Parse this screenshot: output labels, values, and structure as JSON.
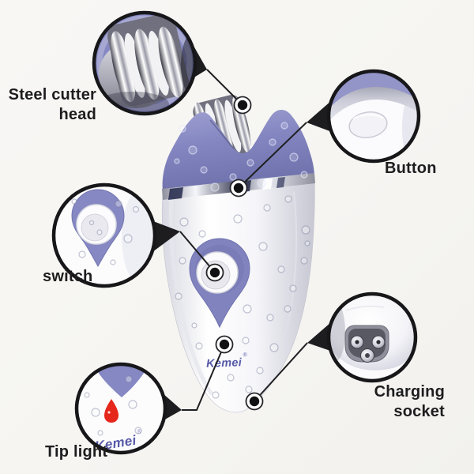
{
  "background_color": "#f7f6f3",
  "brand": {
    "name": "Kemei",
    "registered_mark": "®",
    "logo_color": "#575aa8"
  },
  "labels": {
    "steel_cutter_head": {
      "line1": "Steel cutter",
      "line2": "head"
    },
    "button": "Button",
    "switch": "switch",
    "tip_light": "Tip light",
    "charging_socket": {
      "line1": "Charging",
      "line2": "socket"
    }
  },
  "colors": {
    "device_purple": "#8587c2",
    "device_white": "#fafafc",
    "chrome_band": "#c9cad4",
    "callout_border": "#17171a",
    "tip_light_red": "#e6271c",
    "label_text": "#1d1d1f"
  }
}
